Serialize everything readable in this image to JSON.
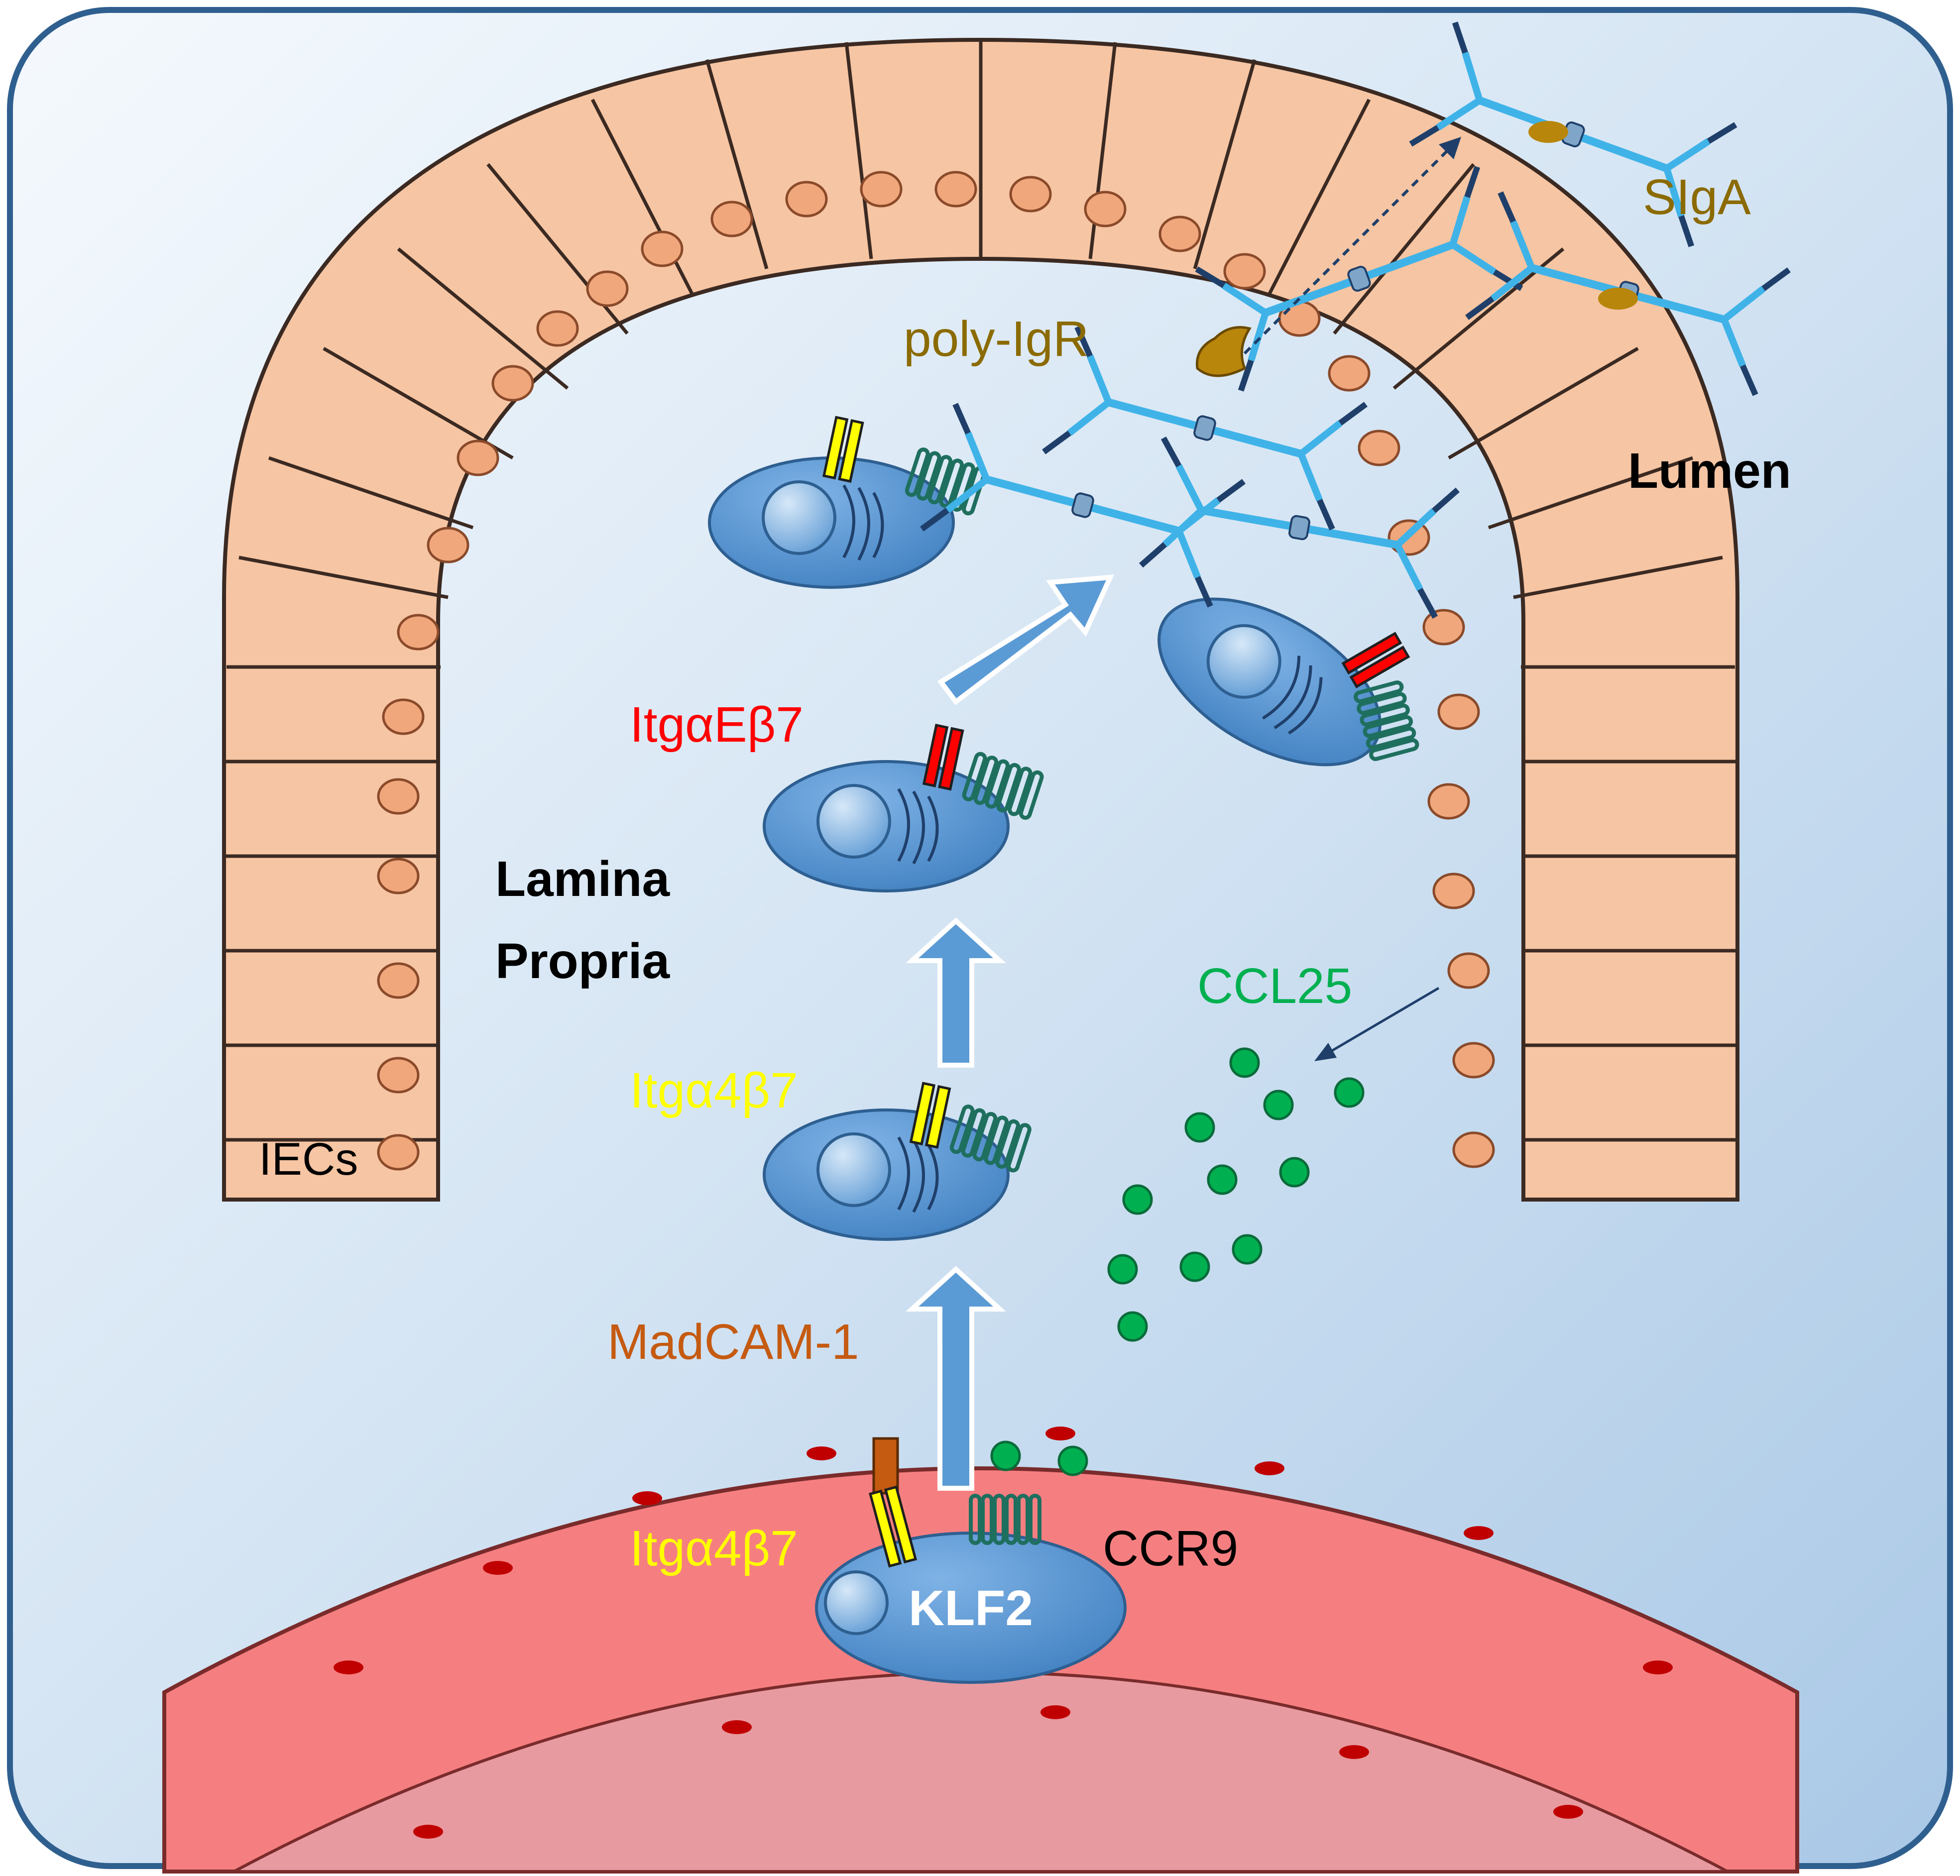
{
  "labels": {
    "iecs": "IECs",
    "lamina_1": "Lamina",
    "lamina_2": "Propria",
    "lumen": "Lumen",
    "poly_igr": "poly-IgR",
    "sigA": "SIgA",
    "itg_ae_b7": "ItgαEβ7",
    "itg_a4_b7_mid": "Itgα4β7",
    "madcam": "MadCAM-1",
    "ccl25": "CCL25",
    "itg_a4_b7_bottom": "Itgα4β7",
    "ccr9": "CCR9",
    "klf2": "KLF2"
  },
  "colors": {
    "background": "#c6dbef",
    "epithelium": "#f6c5a3",
    "nucleus": "#f0a77c",
    "vessel_cell": "#f57f80",
    "vessel_lumen": "#e79aa0",
    "lymphocyte": "#5b9bd5",
    "itg_a4b7": "#ffff00",
    "itg_aeb7": "#ff0000",
    "madcam": "#c55a11",
    "ccr9": "#1f6f5f",
    "ccl25": "#00b050",
    "antibody": "#4fc3f7",
    "poly_igr": "#b8860b",
    "text_itg_aeb7": "#ff0000",
    "text_itg_a4b7": "#ffff00",
    "text_madcam": "#c55a11",
    "text_ccl25": "#00b050",
    "text_poly_igr": "#8b6b00",
    "text_dark": "#000000"
  }
}
